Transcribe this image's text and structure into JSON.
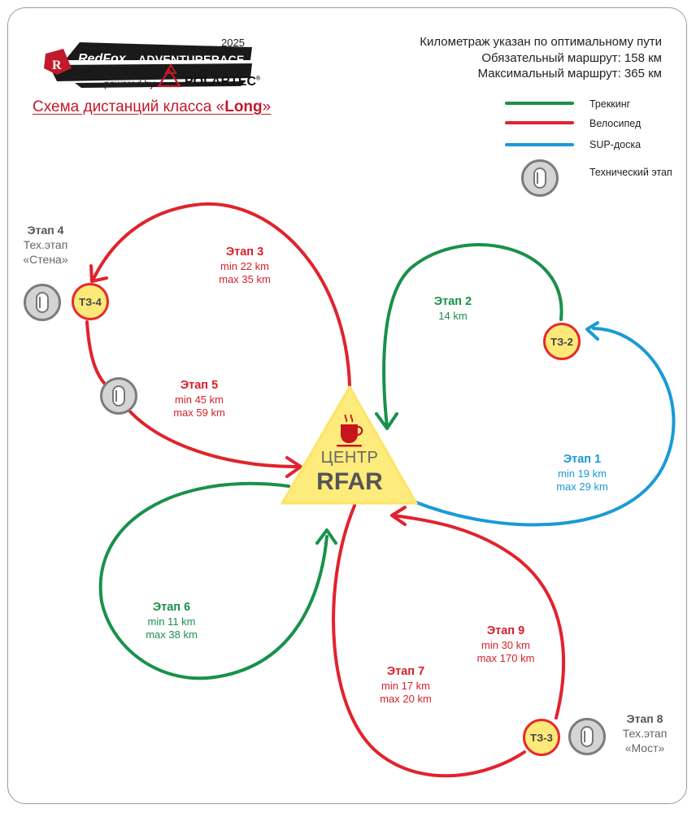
{
  "logo": {
    "year": "2025",
    "redfox": "RedFox",
    "adventure_race": "ADVENTURERACE",
    "powered_by": "powered by",
    "polartec": "POLARTEC",
    "polartec_mark": "®"
  },
  "title": {
    "prefix": "Схема дистанций класса «",
    "highlight": "Long",
    "suffix": "»"
  },
  "info": {
    "line1": "Километраж указан по оптимальному пути",
    "line2": "Обязательный маршрут: 158 км",
    "line3": "Максимальный маршрут: 365 км"
  },
  "legend": {
    "trekking": "Треккинг",
    "bike": "Велосипед",
    "sup": "SUP-доска",
    "tech": "Технический этап"
  },
  "colors": {
    "trekking": "#19914a",
    "bike": "#e0232d",
    "sup": "#1a9ad6",
    "center_fill": "#fdeb7c",
    "center_stroke": "#fde46a",
    "cup": "#c8141d"
  },
  "center": {
    "word": "ЦЕНТР",
    "name": "RFAR",
    "icon": "coffee-cup-icon"
  },
  "transition_zones": {
    "tz2": "ТЗ-2",
    "tz3": "ТЗ-3",
    "tz4": "ТЗ-4"
  },
  "stages": {
    "s1": {
      "title": "Этап 1",
      "line1": "min 19 km",
      "line2": "max 29 km"
    },
    "s2": {
      "title": "Этап 2",
      "line1": "14 km"
    },
    "s3": {
      "title": "Этап 3",
      "line1": "min 22 km",
      "line2": "max 35 km"
    },
    "s4": {
      "title": "Этап 4",
      "line1": "Тех.этап",
      "line2": "«Стена»"
    },
    "s5": {
      "title": "Этап 5",
      "line1": "min 45 km",
      "line2": "max 59 km"
    },
    "s6": {
      "title": "Этап 6",
      "line1": "min 11 km",
      "line2": "max 38 km"
    },
    "s7": {
      "title": "Этап 7",
      "line1": "min 17 km",
      "line2": "max 20 km"
    },
    "s8": {
      "title": "Этап 8",
      "line1": "Тех.этап",
      "line2": "«Мост»"
    },
    "s9": {
      "title": "Этап 9",
      "line1": "min 30 km",
      "line2": "max 170 km"
    }
  }
}
